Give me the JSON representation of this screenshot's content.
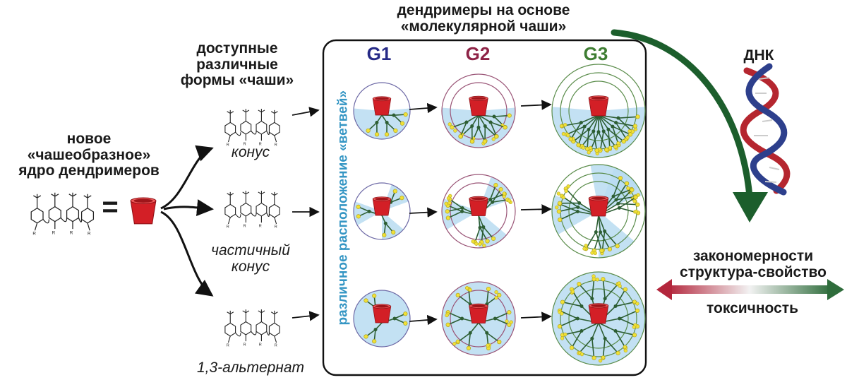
{
  "top_title": {
    "line1": "дендримеры на основе",
    "line2": "«молекулярной чаши»"
  },
  "core_label": {
    "line1": "новое",
    "line2": "«чашеобразное»",
    "line3": "ядро дендримеров"
  },
  "equals_sign": "=",
  "forms_label": {
    "line1": "доступные",
    "line2": "различные",
    "line3": "формы «чаши»"
  },
  "conformers": [
    {
      "line1": "конус",
      "line2": ""
    },
    {
      "line1": "частичный",
      "line2": "конус"
    },
    {
      "line1": "1,3-альтернат",
      "line2": ""
    }
  ],
  "generations": [
    {
      "label": "G1",
      "color": "#262a86"
    },
    {
      "label": "G2",
      "color": "#8e2346"
    },
    {
      "label": "G3",
      "color": "#3e7d32"
    }
  ],
  "vertical_label": "различное расположение «ветвей»",
  "vertical_label_color": "#3596c4",
  "dna_label": "ДНК",
  "relations": {
    "line1": "закономерности",
    "line2": "структура-свойство"
  },
  "toxicity_label": "токсичность",
  "colors": {
    "cup_red": "#d31f26",
    "branch_green": "#2d5e33",
    "node_yellow": "#f0e036",
    "halo_blue": "#b8dcf1",
    "dna_red": "#b5262f",
    "dna_blue": "#2d3f8c",
    "arrow_green": "#1c5e2c"
  }
}
